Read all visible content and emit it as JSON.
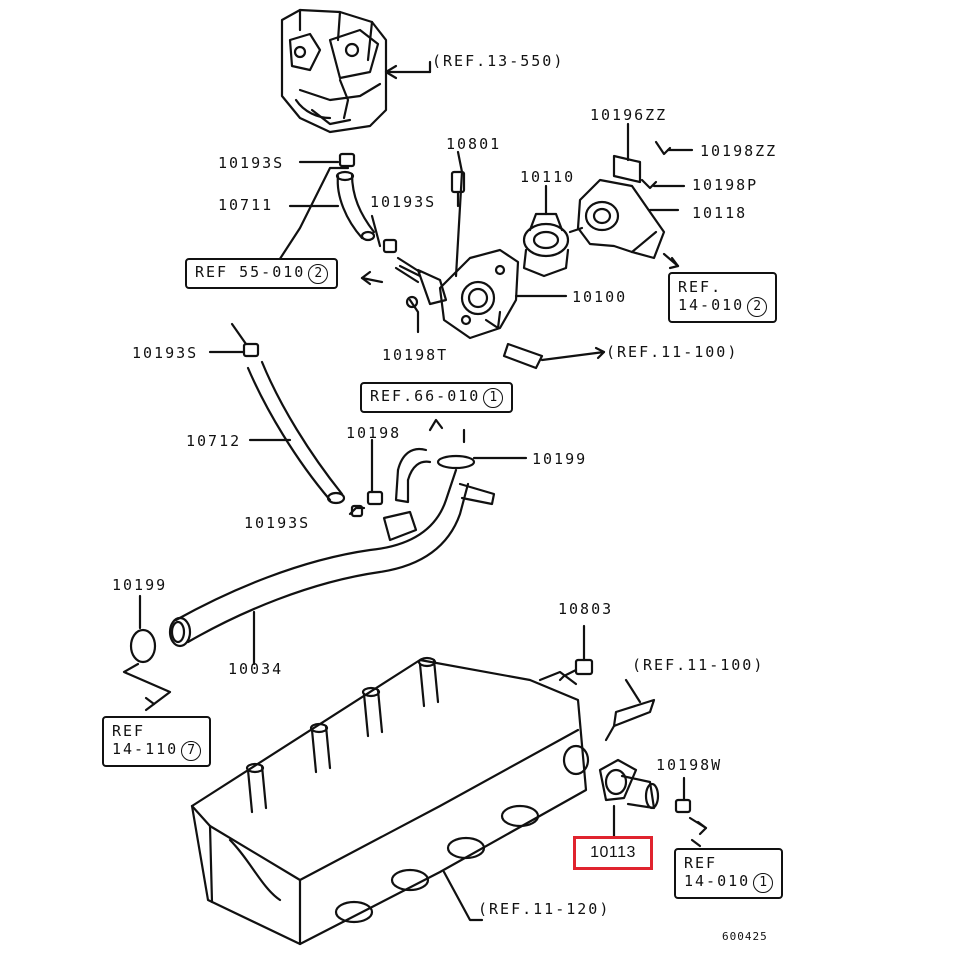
{
  "part_labels": {
    "p10193s_top": "10193S",
    "p10711": "10711",
    "p10193s_mid": "10193S",
    "p10801": "10801",
    "p10110": "10110",
    "p10196zz": "10196ZZ",
    "p10198zz": "10198ZZ",
    "p10198p": "10198P",
    "p10118": "10118",
    "p10100": "10100",
    "p10198t": "10198T",
    "p10193s_left": "10193S",
    "p10712": "10712",
    "p10198": "10198",
    "p10199_mid": "10199",
    "p10193s_low": "10193S",
    "p10199_left": "10199",
    "p10034": "10034",
    "p10803": "10803",
    "p10198w": "10198W"
  },
  "refs": {
    "r13_550": "(REF.13-550)",
    "r55_010": "REF 55-010",
    "r55_010_num": "2",
    "r14_010a_l1": "REF.",
    "r14_010a_l2": "14-010",
    "r14_010a_num": "2",
    "r11_100a": "(REF.11-100)",
    "r66_010": "REF.66-010",
    "r66_010_num": "1",
    "r11_100b": "(REF.11-100)",
    "r14_110_l1": "REF",
    "r14_110_l2": "14-110",
    "r14_110_num": "7",
    "r14_010b_l1": "REF",
    "r14_010b_l2": "14-010",
    "r14_010b_num": "1",
    "r11_120": "(REF.11-120)"
  },
  "highlighted_part": "10113",
  "highlight_color": "#e0232e",
  "drawing_code": "600425"
}
